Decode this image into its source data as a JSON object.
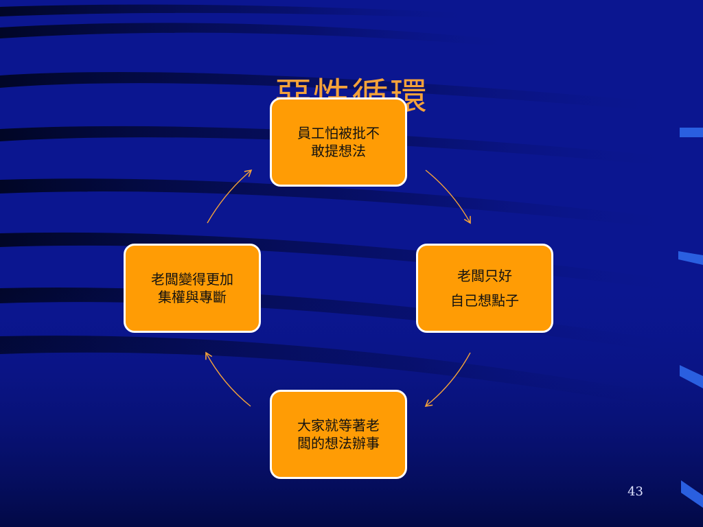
{
  "slide": {
    "title": "惡性循環",
    "page_number": "43"
  },
  "cycle": {
    "nodes": [
      {
        "id": "top",
        "line1": "員工怕被批不",
        "line2": "敢提想法"
      },
      {
        "id": "right",
        "line1": "老闆只好",
        "line2": "自己想點子"
      },
      {
        "id": "bottom",
        "line1": "大家就等著老",
        "line2": "闆的想法辦事"
      },
      {
        "id": "left",
        "line1": "老闆變得更加",
        "line2": "集權與專斷"
      }
    ]
  },
  "colors": {
    "background": "#0b1690",
    "node_fill": "#ff9c05",
    "node_border": "#ffffff",
    "arrow": "#f4a23a",
    "title": "#f4a23a"
  }
}
